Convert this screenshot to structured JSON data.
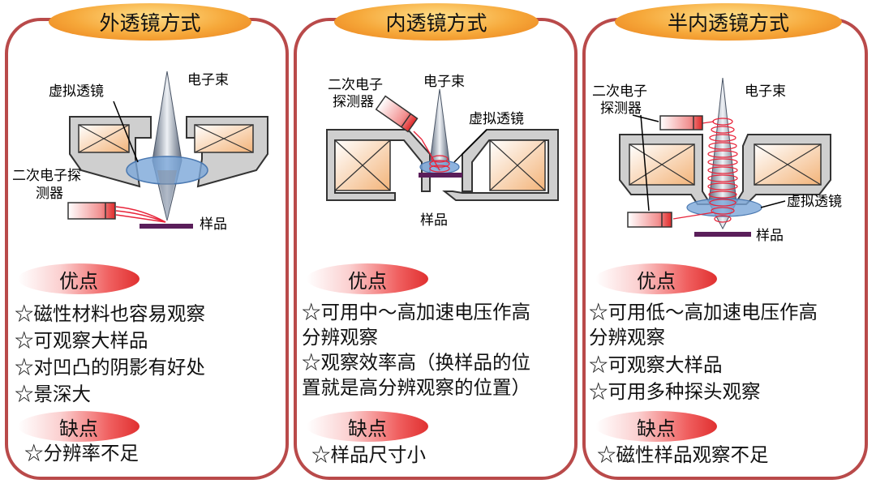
{
  "colors": {
    "panel_border": "#b94a4a",
    "title_pill": "#f6a83a",
    "pros_cons_pill": "#e84040",
    "beam": "#7f8fa6",
    "virtual_lens": "#7aa6d8",
    "coil": "#f7c79a",
    "sample": "#5a1e5a",
    "detector": "#e84a4a",
    "electron_path": "#e8243a"
  },
  "panels": [
    {
      "title": "外透镜方式",
      "labels": {
        "beam": "电子束",
        "virtual_lens": "虚拟透镜",
        "detector_1": "二次电子探",
        "detector_2": "测器",
        "sample": "样品"
      },
      "pros_title": "优点",
      "pros": [
        "☆磁性材料也容易观察",
        "☆可观察大样品",
        "☆对凹凸的阴影有好处",
        "☆景深大"
      ],
      "cons_title": "缺点",
      "cons": [
        "☆分辨率不足"
      ]
    },
    {
      "title": "内透镜方式",
      "labels": {
        "beam": "电子束",
        "virtual_lens": "虚拟透镜",
        "detector_1": "二次电子",
        "detector_2": "探测器",
        "sample": "样品"
      },
      "pros_title": "优点",
      "pros": [
        "☆可用中～高加速电压作高",
        "分辨观察",
        "☆观察效率高（换样品的位",
        "置就是高分辨观察的位置）"
      ],
      "cons_title": "缺点",
      "cons": [
        "☆样品尺寸小"
      ]
    },
    {
      "title": "半内透镜方式",
      "labels": {
        "beam": "电子束",
        "virtual_lens": "虚拟透镜",
        "detector_1": "二次电子",
        "detector_2": "探测器",
        "sample": "样品"
      },
      "pros_title": "优点",
      "pros": [
        "☆可用低～高加速电压作高",
        "分辨观察",
        "☆可观察大样品",
        "☆可用多种探头观察"
      ],
      "cons_title": "缺点",
      "cons": [
        "☆磁性样品观察不足"
      ]
    }
  ]
}
